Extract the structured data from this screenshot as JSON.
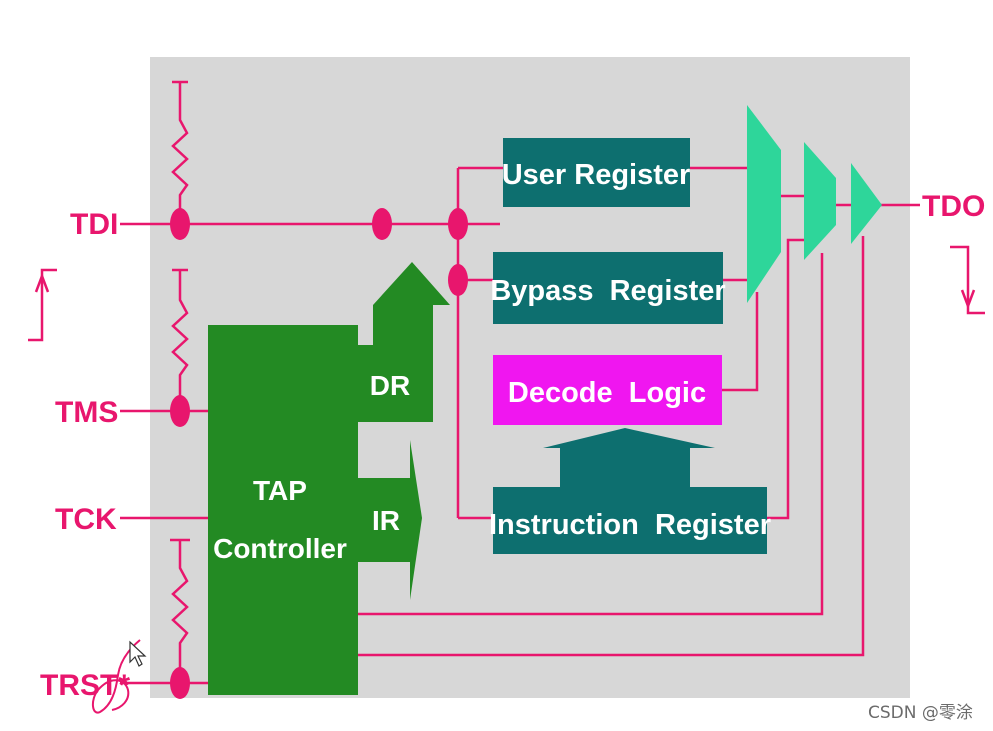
{
  "pins": {
    "tdi": "TDI",
    "tms": "TMS",
    "tck": "TCK",
    "trst": "TRST*",
    "tdo": "TDO"
  },
  "blocks": {
    "user_register": "User Register",
    "bypass_register": "Bypass  Register",
    "decode_logic": "Decode  Logic",
    "instruction_register": "Instruction  Register",
    "tap_line1": "TAP",
    "tap_line2": "Controller",
    "dr": "DR",
    "ir": "IR"
  },
  "watermark": "CSDN @零涂",
  "colors": {
    "background": "#d7d7d7",
    "wire": "#e8166d",
    "register": "#0d6f6f",
    "decode": "#f016f0",
    "tap": "#238a23",
    "mux": "#2ed69a"
  },
  "icons": {
    "cursor": "mouse-pointer-icon"
  }
}
